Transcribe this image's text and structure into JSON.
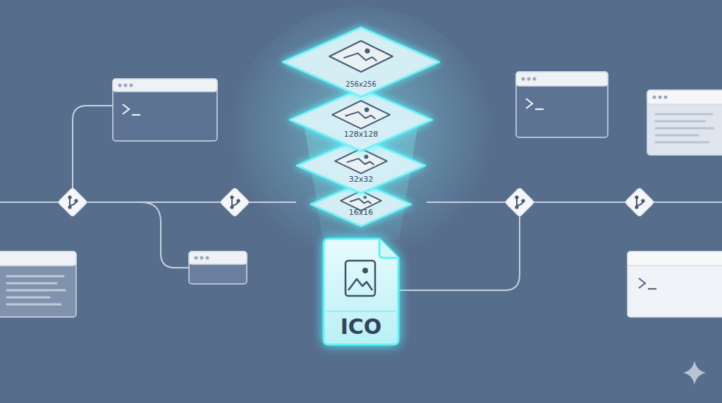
{
  "diagram": {
    "nodes": [
      {
        "text": [
          "256x256"
        ]
      },
      {
        "text": [
          "128x128"
        ]
      },
      {
        "text": [
          "32x32"
        ]
      },
      {
        "text": [
          "16x16"
        ]
      },
      {
        "text": [
          "ICO"
        ]
      }
    ]
  }
}
